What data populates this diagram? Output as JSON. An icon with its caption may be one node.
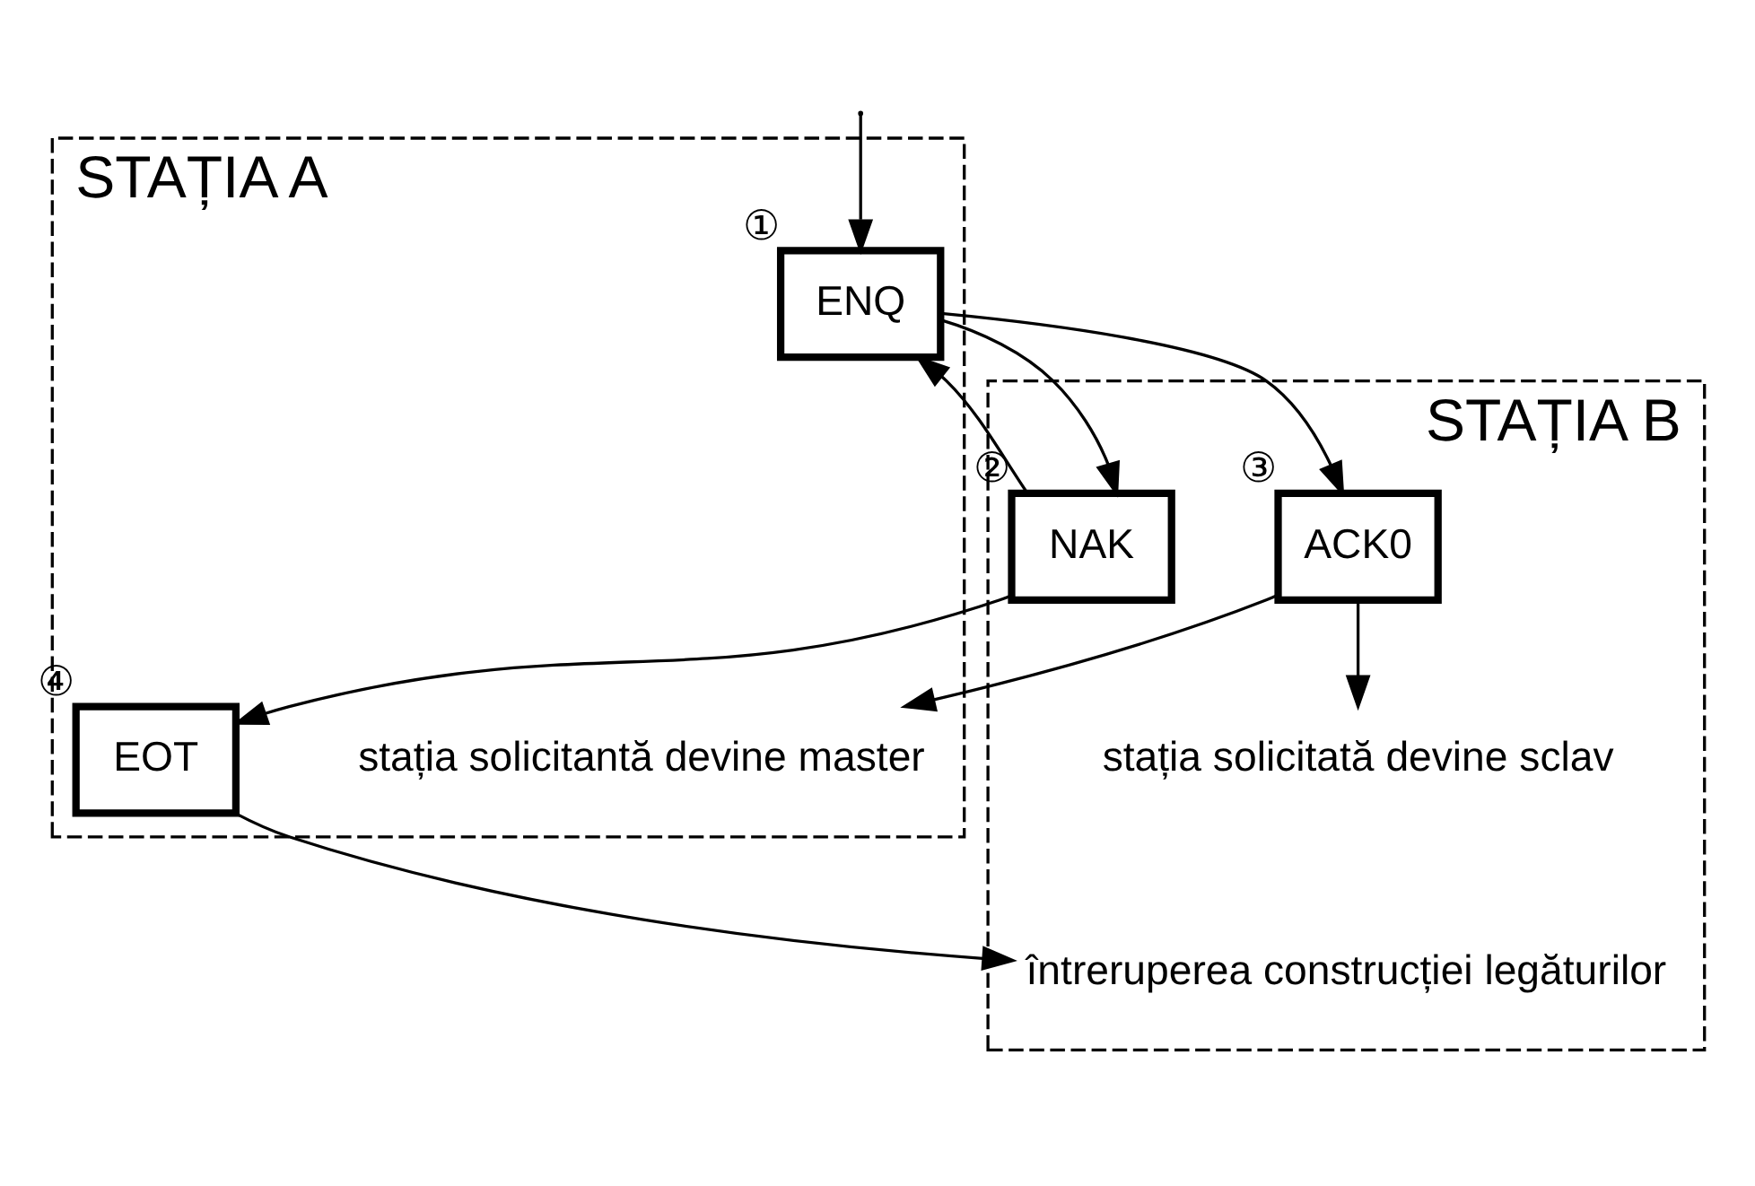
{
  "diagram": {
    "nodes": [
      {
        "text": [
          "STAȚIA A"
        ]
      },
      {
        "text": [
          "STAȚIA B"
        ]
      },
      {
        "text": [
          "ENQ"
        ],
        "in": 0,
        "beside": [
          "①"
        ]
      },
      {
        "text": [
          "NAK"
        ],
        "in": 1,
        "beside": [
          "②"
        ]
      },
      {
        "text": [
          "ACK0"
        ],
        "in": 1,
        "beside": [
          "③"
        ]
      },
      {
        "text": [
          "EOT"
        ],
        "in": 0,
        "beside": [
          "④"
        ]
      },
      {
        "text": [
          "stația solicitantă devine master"
        ],
        "in": 0
      },
      {
        "text": [
          "stația solicitată devine sclav"
        ],
        "in": 1
      },
      {
        "text": [
          "întreruperea construcției legăturilor"
        ],
        "in": 1
      }
    ],
    "edges": [
      {
        "from": null,
        "to": 2,
        "arrow": "to"
      },
      {
        "from": 2,
        "to": 3,
        "arrow": "to"
      },
      {
        "from": 2,
        "to": 4,
        "arrow": "to"
      },
      {
        "from": 3,
        "to": 5,
        "arrow": "to"
      },
      {
        "from": 3,
        "to": 2,
        "arrow": "to"
      },
      {
        "from": 4,
        "to": 6,
        "arrow": "to"
      },
      {
        "from": 4,
        "to": 7,
        "arrow": "to"
      },
      {
        "from": 5,
        "to": 8,
        "arrow": "to"
      }
    ]
  }
}
